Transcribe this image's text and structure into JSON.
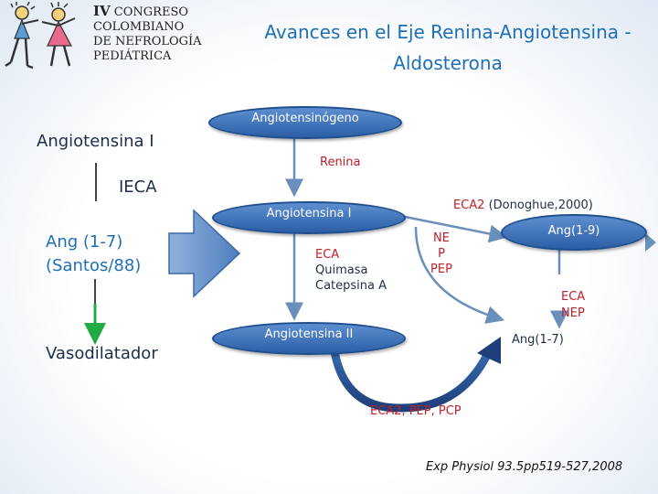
{
  "header": {
    "logo_line1_roman": "IV",
    "logo_line1_rest": "CONGRESO",
    "logo_line2": "COLOMBIANO",
    "logo_line3": "DE NEFROLOGÍA",
    "logo_line4": "PEDIÁTRICA",
    "title_line1": "Avances en el Eje Renina-Angiotensina -",
    "title_line2": "Aldosterona"
  },
  "left_panel": {
    "angiotensina_i": "Angiotensina I",
    "ieca": "IECA",
    "ang17_line1": "Ang (1-7)",
    "ang17_line2": "(Santos/88)",
    "vasodilatador": "Vasodilatador"
  },
  "diagram": {
    "pill_angiotensinogeno": "Angiotensinógeno",
    "pill_angiotensina_i": "Angiotensina I",
    "pill_angiotensina_ii": "Angiotensina II",
    "pill_ang19": "Ang(1-9)",
    "renina": "Renina",
    "eca2_prefix": "ECA2",
    "eca2_ref": " (Donoghue,2000)",
    "eca": "ECA",
    "quimasa": "Quimasa",
    "catepsina": "Catepsina A",
    "ne": "NE",
    "p": "P",
    "pep": "PEP",
    "eca_right": "ECA",
    "nep_right": "NEP",
    "ang17_right": "Ang(1-7)",
    "eca2_pep_pcp": "ECA2, PEP, PCP"
  },
  "footer": {
    "citation": "Exp Physiol 93.5pp519-527,2008"
  },
  "colors": {
    "title_blue": "#1f6fb5",
    "arrow_steel": "#6a8fba",
    "pill_blue": "#3a6fb5",
    "red_label": "#c0202a",
    "green_arrow": "#22aa44"
  }
}
